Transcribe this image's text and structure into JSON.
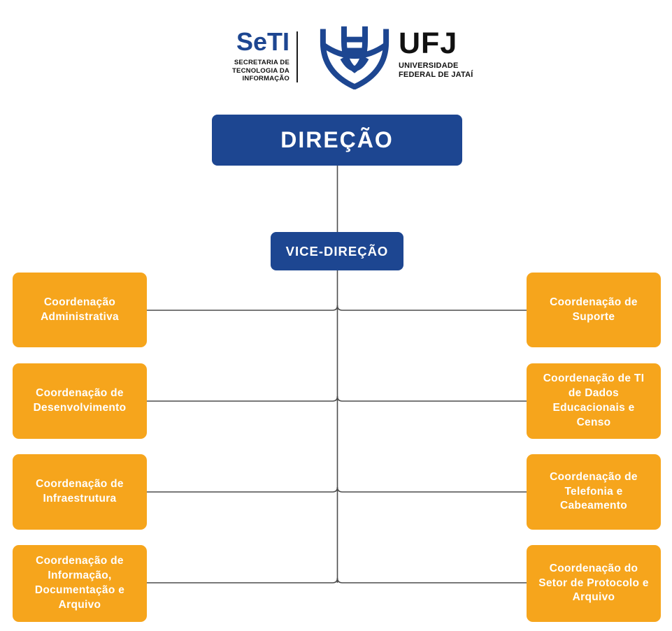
{
  "header": {
    "seti_logo": {
      "title": "SeTI",
      "subtitle_lines": [
        "SECRETARIA DE",
        "TECNOLOGIA DA",
        "INFORMAÇÃO"
      ]
    },
    "ufj_logo": {
      "title": "UFJ",
      "subtitle_lines": [
        "UNIVERSIDADE",
        "FEDERAL DE JATAÍ"
      ],
      "shield_icon": "ufj-shield"
    }
  },
  "colors": {
    "primary_blue": "#1d4691",
    "accent_orange": "#f6a51c",
    "connector_gray": "#4d4d4d"
  },
  "org_chart": {
    "root": {
      "label": "DIREÇÃO"
    },
    "vice": {
      "label": "VICE-DIREÇÃO"
    },
    "left_branches": [
      {
        "label": "Coordenação Administrativa"
      },
      {
        "label": "Coordenação de Desenvolvimento"
      },
      {
        "label": "Coordenação de Infraestrutura"
      },
      {
        "label": "Coordenação de Informação, Documentação e Arquivo"
      }
    ],
    "right_branches": [
      {
        "label": "Coordenação de Suporte"
      },
      {
        "label": "Coordenação de TI de Dados Educacionais e Censo"
      },
      {
        "label": "Coordenação de Telefonia e Cabeamento"
      },
      {
        "label": "Coordenação do Setor de Protocolo e Arquivo"
      }
    ]
  }
}
